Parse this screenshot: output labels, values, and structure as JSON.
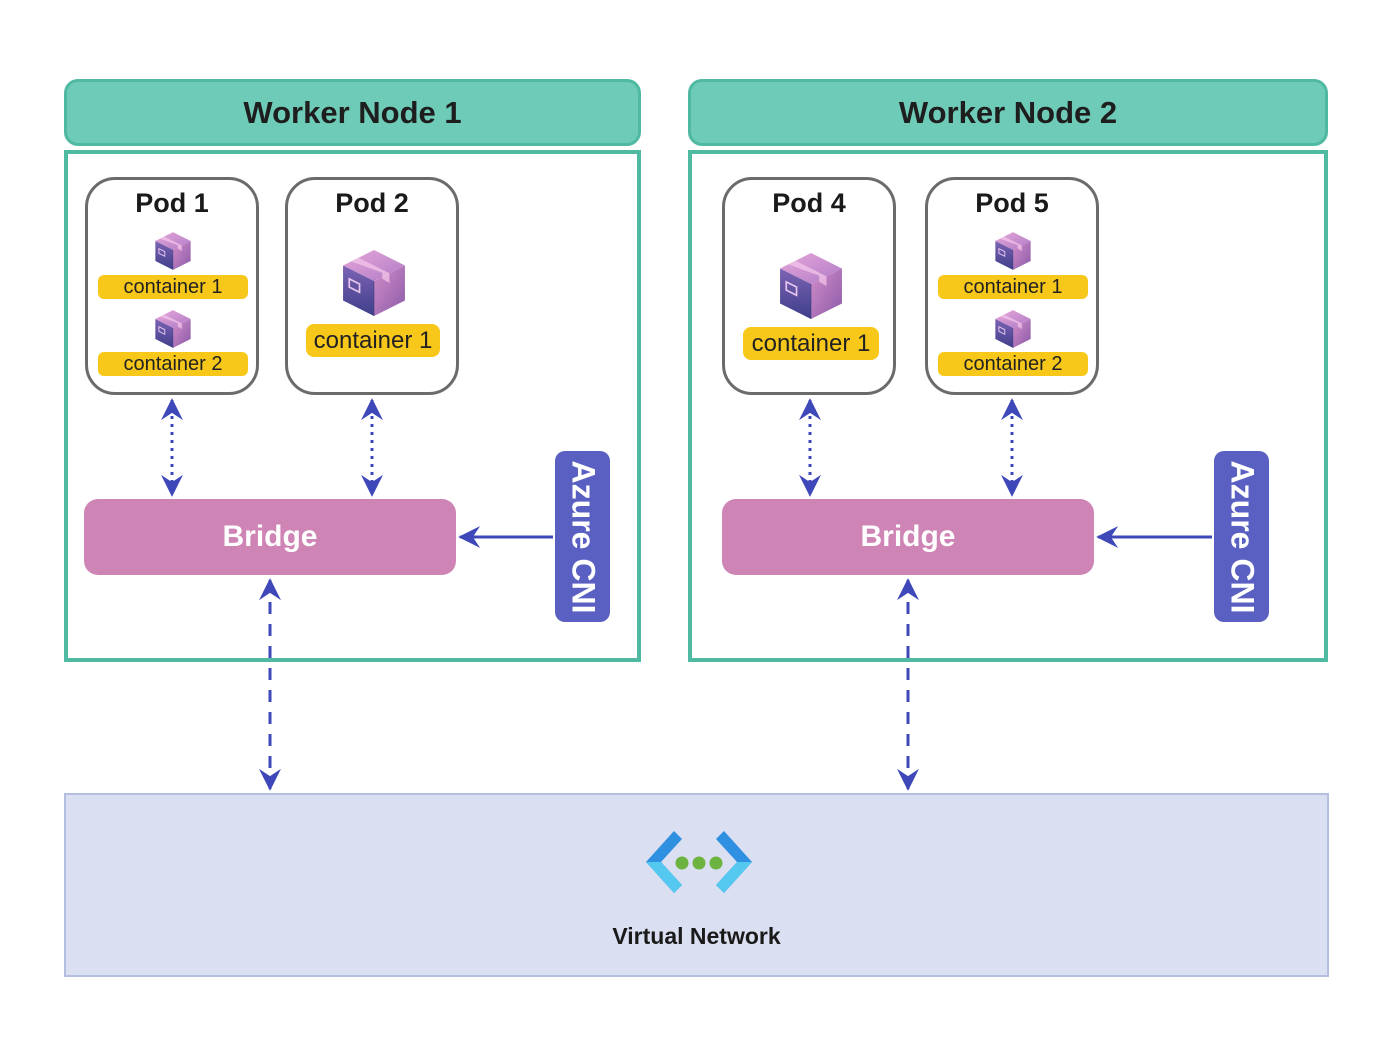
{
  "nodes": [
    {
      "title": "Worker Node 1",
      "pods": [
        {
          "label": "Pod 1",
          "containers": [
            "container 1",
            "container 2"
          ]
        },
        {
          "label": "Pod 2",
          "containers": [
            "container 1"
          ]
        }
      ],
      "bridge": "Bridge",
      "cni": "Azure CNI"
    },
    {
      "title": "Worker Node 2",
      "pods": [
        {
          "label": "Pod 4",
          "containers": [
            "container 1"
          ]
        },
        {
          "label": "Pod 5",
          "containers": [
            "container 1",
            "container 2"
          ]
        }
      ],
      "bridge": "Bridge",
      "cni": "Azure CNI"
    }
  ],
  "network": {
    "label": "Virtual Network",
    "icon": "virtual-network-icon"
  },
  "colors": {
    "node_header": "#6ecbb7",
    "node_border": "#4fb9a2",
    "container_label": "#f7c81a",
    "bridge": "#cf84b6",
    "cni": "#5a60c2",
    "arrow": "#3f48b8",
    "network_bg": "#dadff1"
  }
}
